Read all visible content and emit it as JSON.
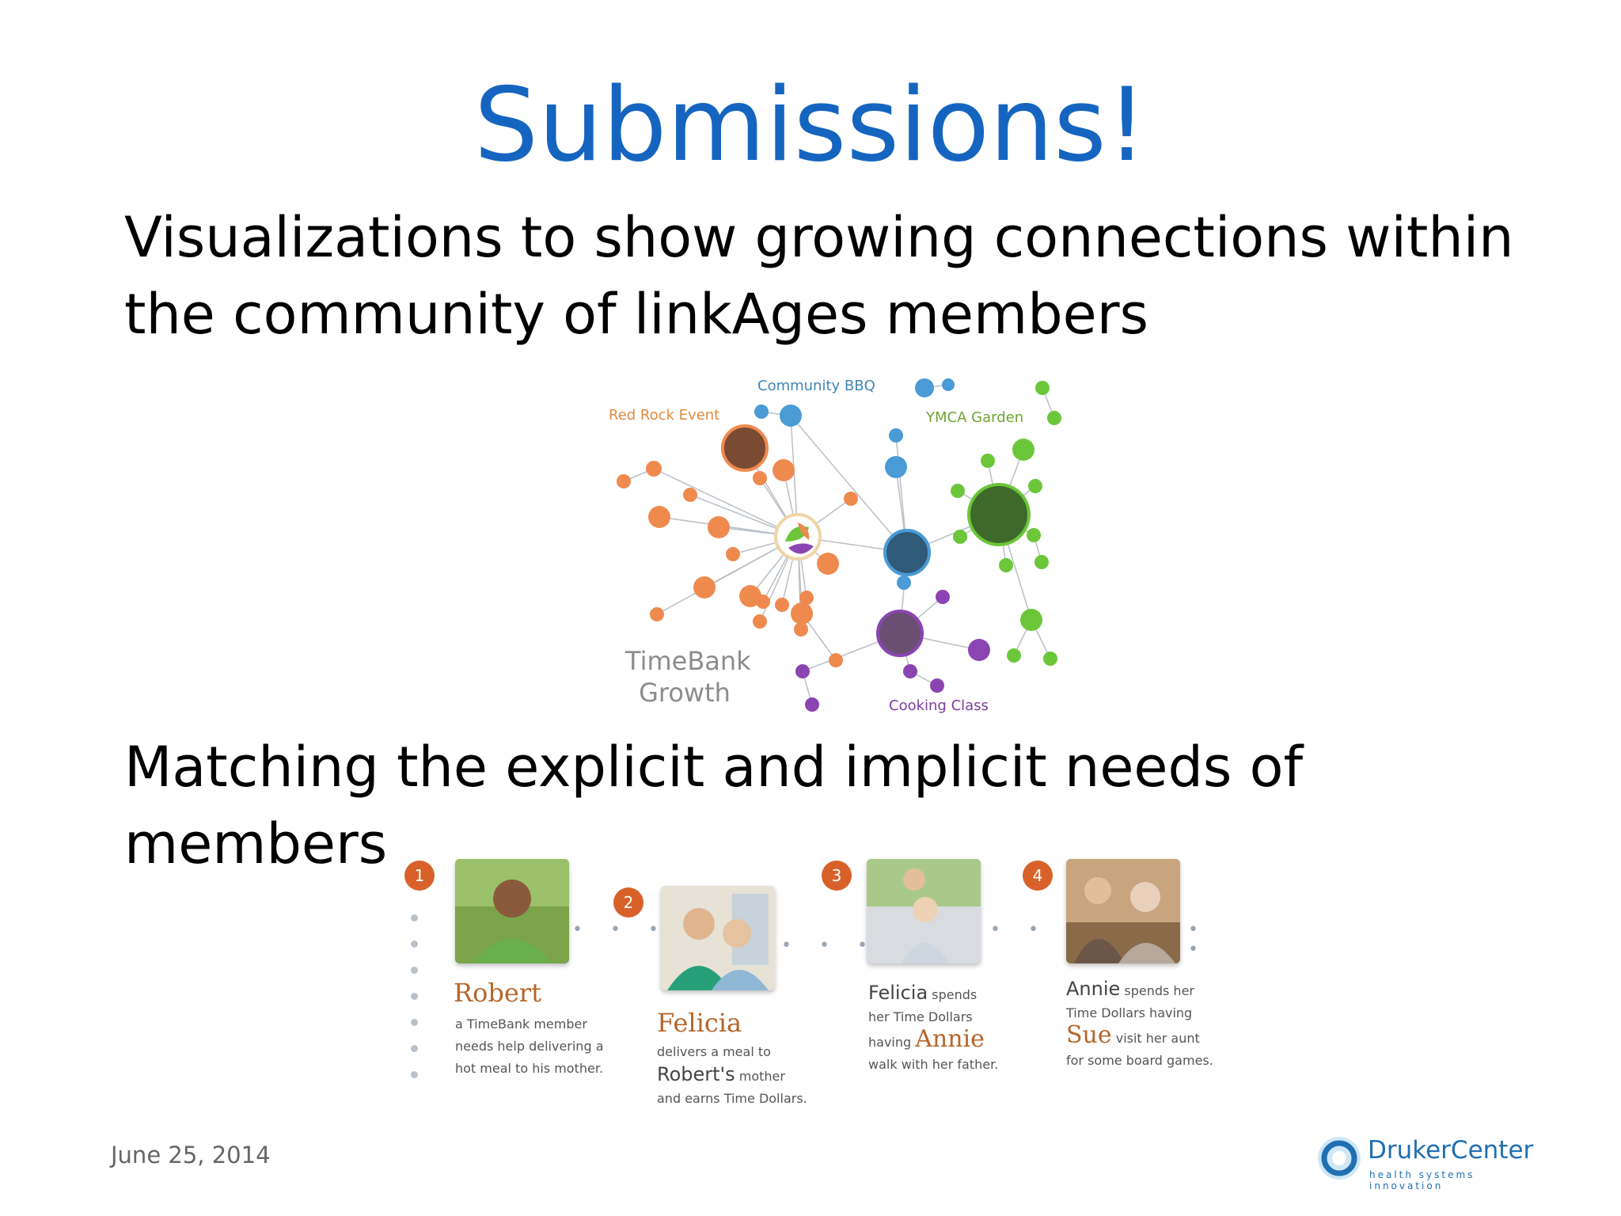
{
  "title": "Submissions!",
  "bullets": [
    "Visualizations to show growing connections within the community of linkAges members",
    "Matching the explicit and implicit needs of members"
  ],
  "network": {
    "labels": {
      "community_bbq": "Community BBQ",
      "red_rock": "Red Rock Event",
      "ymca": "YMCA Garden",
      "cooking": "Cooking Class",
      "growth_line1": "TimeBank",
      "growth_line2": "Growth"
    },
    "colors": {
      "orange": "#ef8a4f",
      "blue": "#4a9bd6",
      "green": "#6cc63a",
      "purple": "#8a45b2"
    }
  },
  "story": {
    "steps": [
      {
        "num": "1",
        "name": "Robert",
        "desc": [
          "a TimeBank member",
          "needs help delivering a",
          "hot meal to his mother."
        ]
      },
      {
        "num": "2",
        "name": "Felicia",
        "desc_line1": "delivers a meal to",
        "desc_big": "Robert's",
        "desc_after_big": " mother",
        "desc_line3": "and earns Time Dollars."
      },
      {
        "num": "3",
        "name_line": "Felicia",
        "after_name": " spends",
        "line2": "her Time Dollars",
        "having": "having ",
        "hl": "Annie",
        "line4": "walk with her father."
      },
      {
        "num": "4",
        "name_line": "Annie",
        "after_name": " spends her",
        "line2": "Time Dollars having",
        "hl": "Sue",
        "after_hl": " visit her aunt",
        "line4": "for some board games."
      }
    ]
  },
  "footer": {
    "date": "June 25, 2014",
    "logo_name": "DrukerCenter",
    "logo_tag": "health systems innovation"
  }
}
